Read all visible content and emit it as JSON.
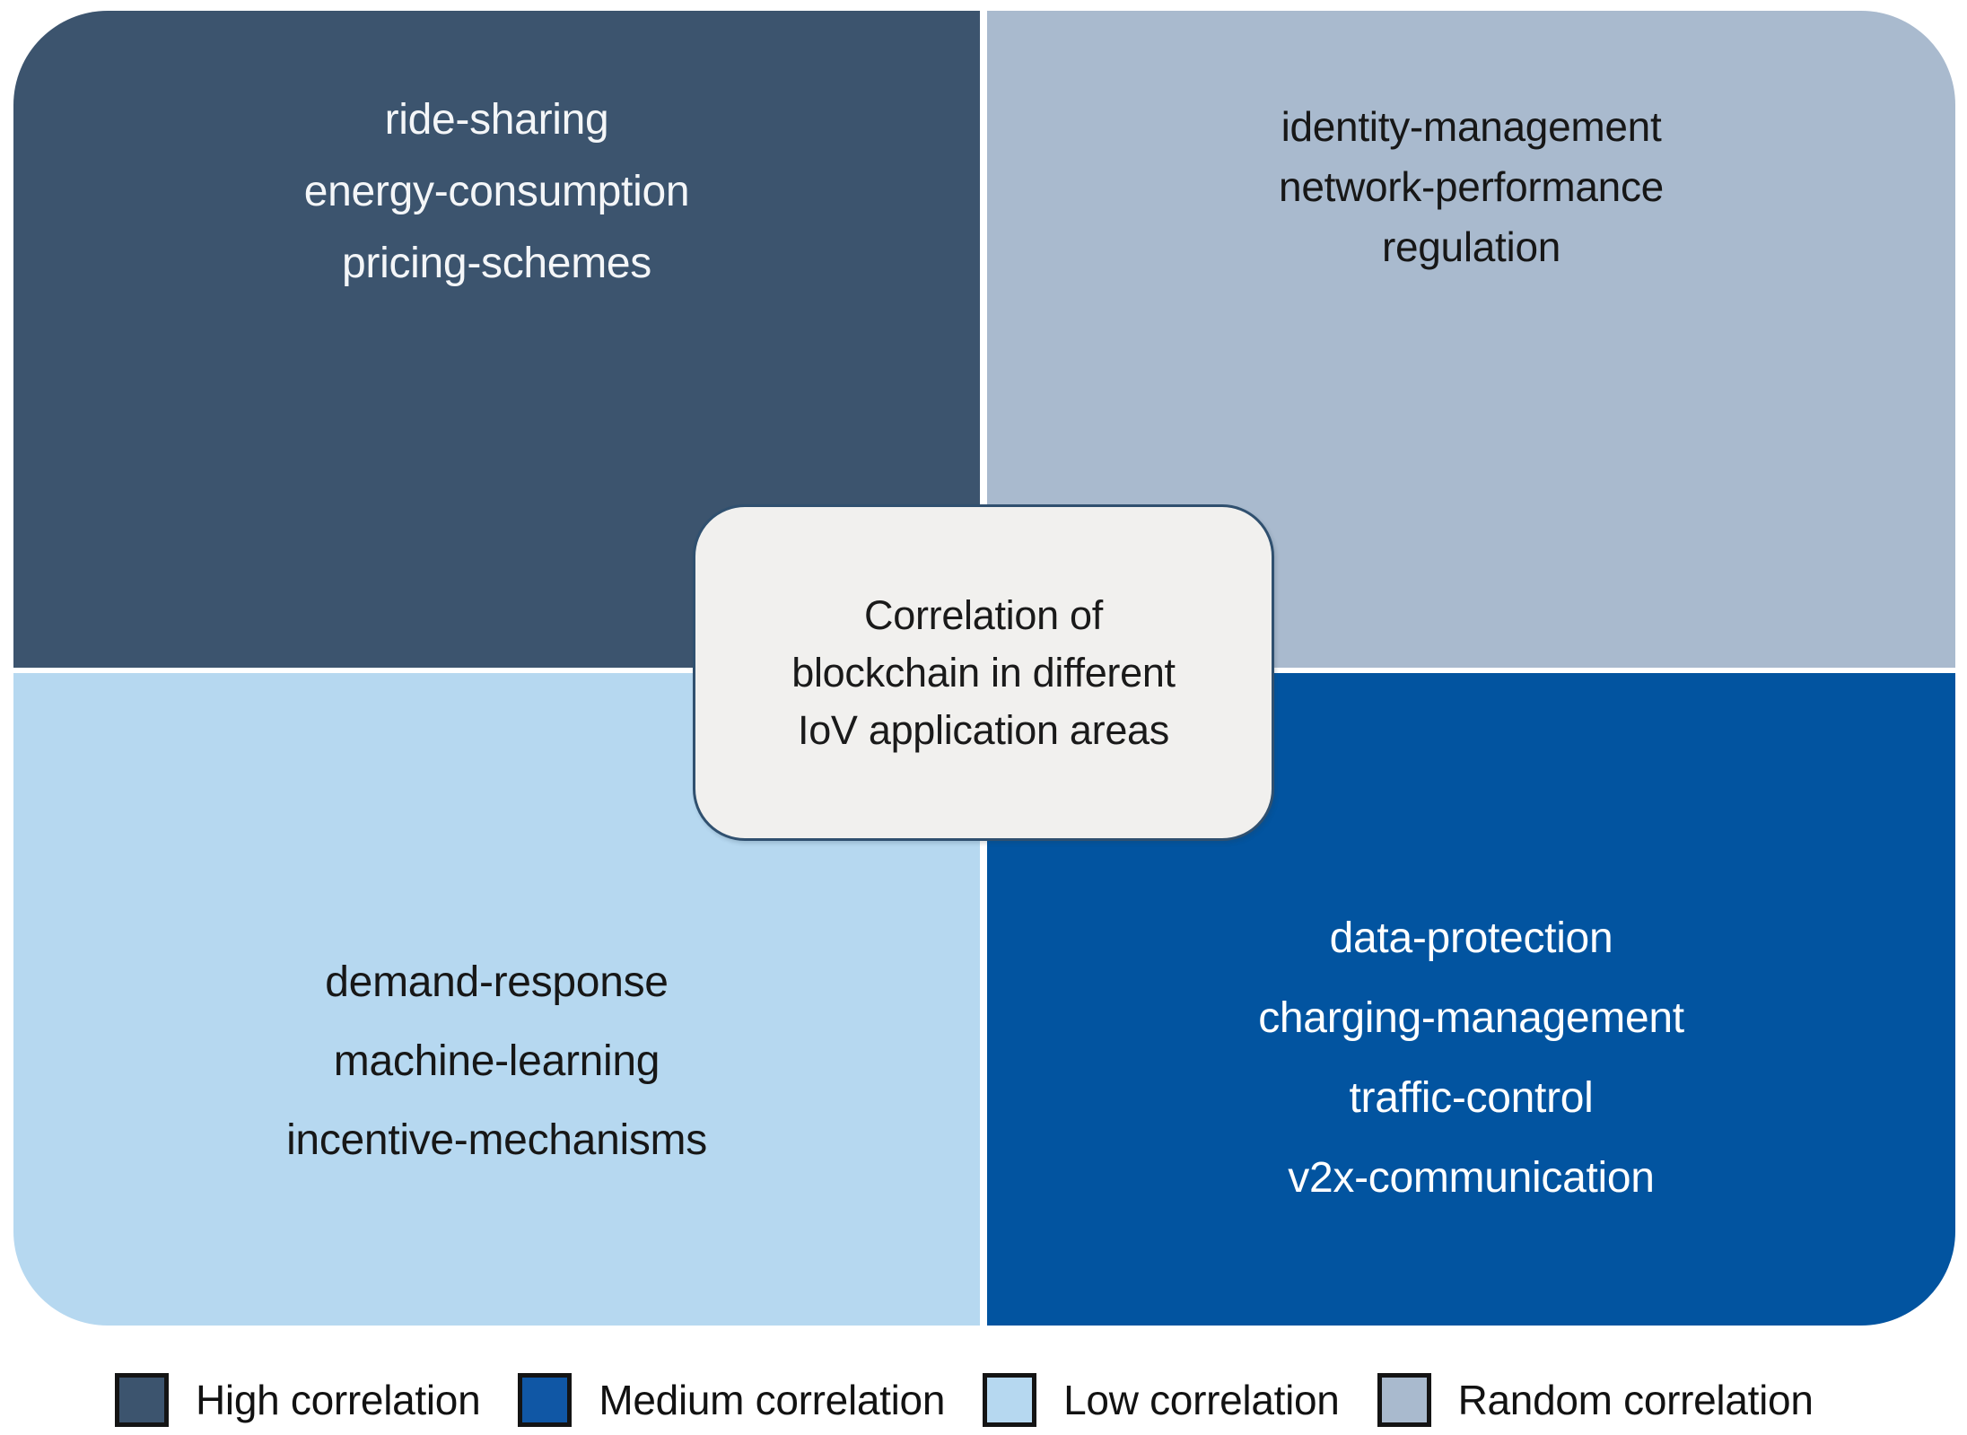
{
  "figure": {
    "center_box": {
      "lines": [
        "Correlation of",
        "blockchain in different",
        "IoV application areas"
      ],
      "background": "#F1F0EE",
      "border_color": "#30506F"
    },
    "quadrants": {
      "top_left": {
        "level": "High correlation",
        "color": "#3C546E",
        "text_color": "#F4F6F8",
        "items": [
          "ride-sharing",
          "energy-consumption",
          "pricing-schemes"
        ]
      },
      "top_right": {
        "level": "Random correlation",
        "color": "#A9BACE",
        "text_color": "#171717",
        "items": [
          "identity-management",
          "network-performance",
          "regulation"
        ]
      },
      "bottom_left": {
        "level": "Low correlation",
        "color": "#B6D8F0",
        "text_color": "#171717",
        "items": [
          "demand-response",
          "machine-learning",
          "incentive-mechanisms"
        ]
      },
      "bottom_right": {
        "level": "Medium correlation",
        "color": "#0254A0",
        "text_color": "#FFFFFF",
        "items": [
          "data-protection",
          "charging-management",
          "traffic-control",
          "v2x-communication"
        ]
      }
    },
    "legend": {
      "items": [
        {
          "label": "High correlation",
          "color": "#3C546E"
        },
        {
          "label": "Medium correlation",
          "color": "#1057A5"
        },
        {
          "label": "Low correlation",
          "color": "#B6D8F0"
        },
        {
          "label": "Random correlation",
          "color": "#A9BACE"
        }
      ]
    }
  }
}
